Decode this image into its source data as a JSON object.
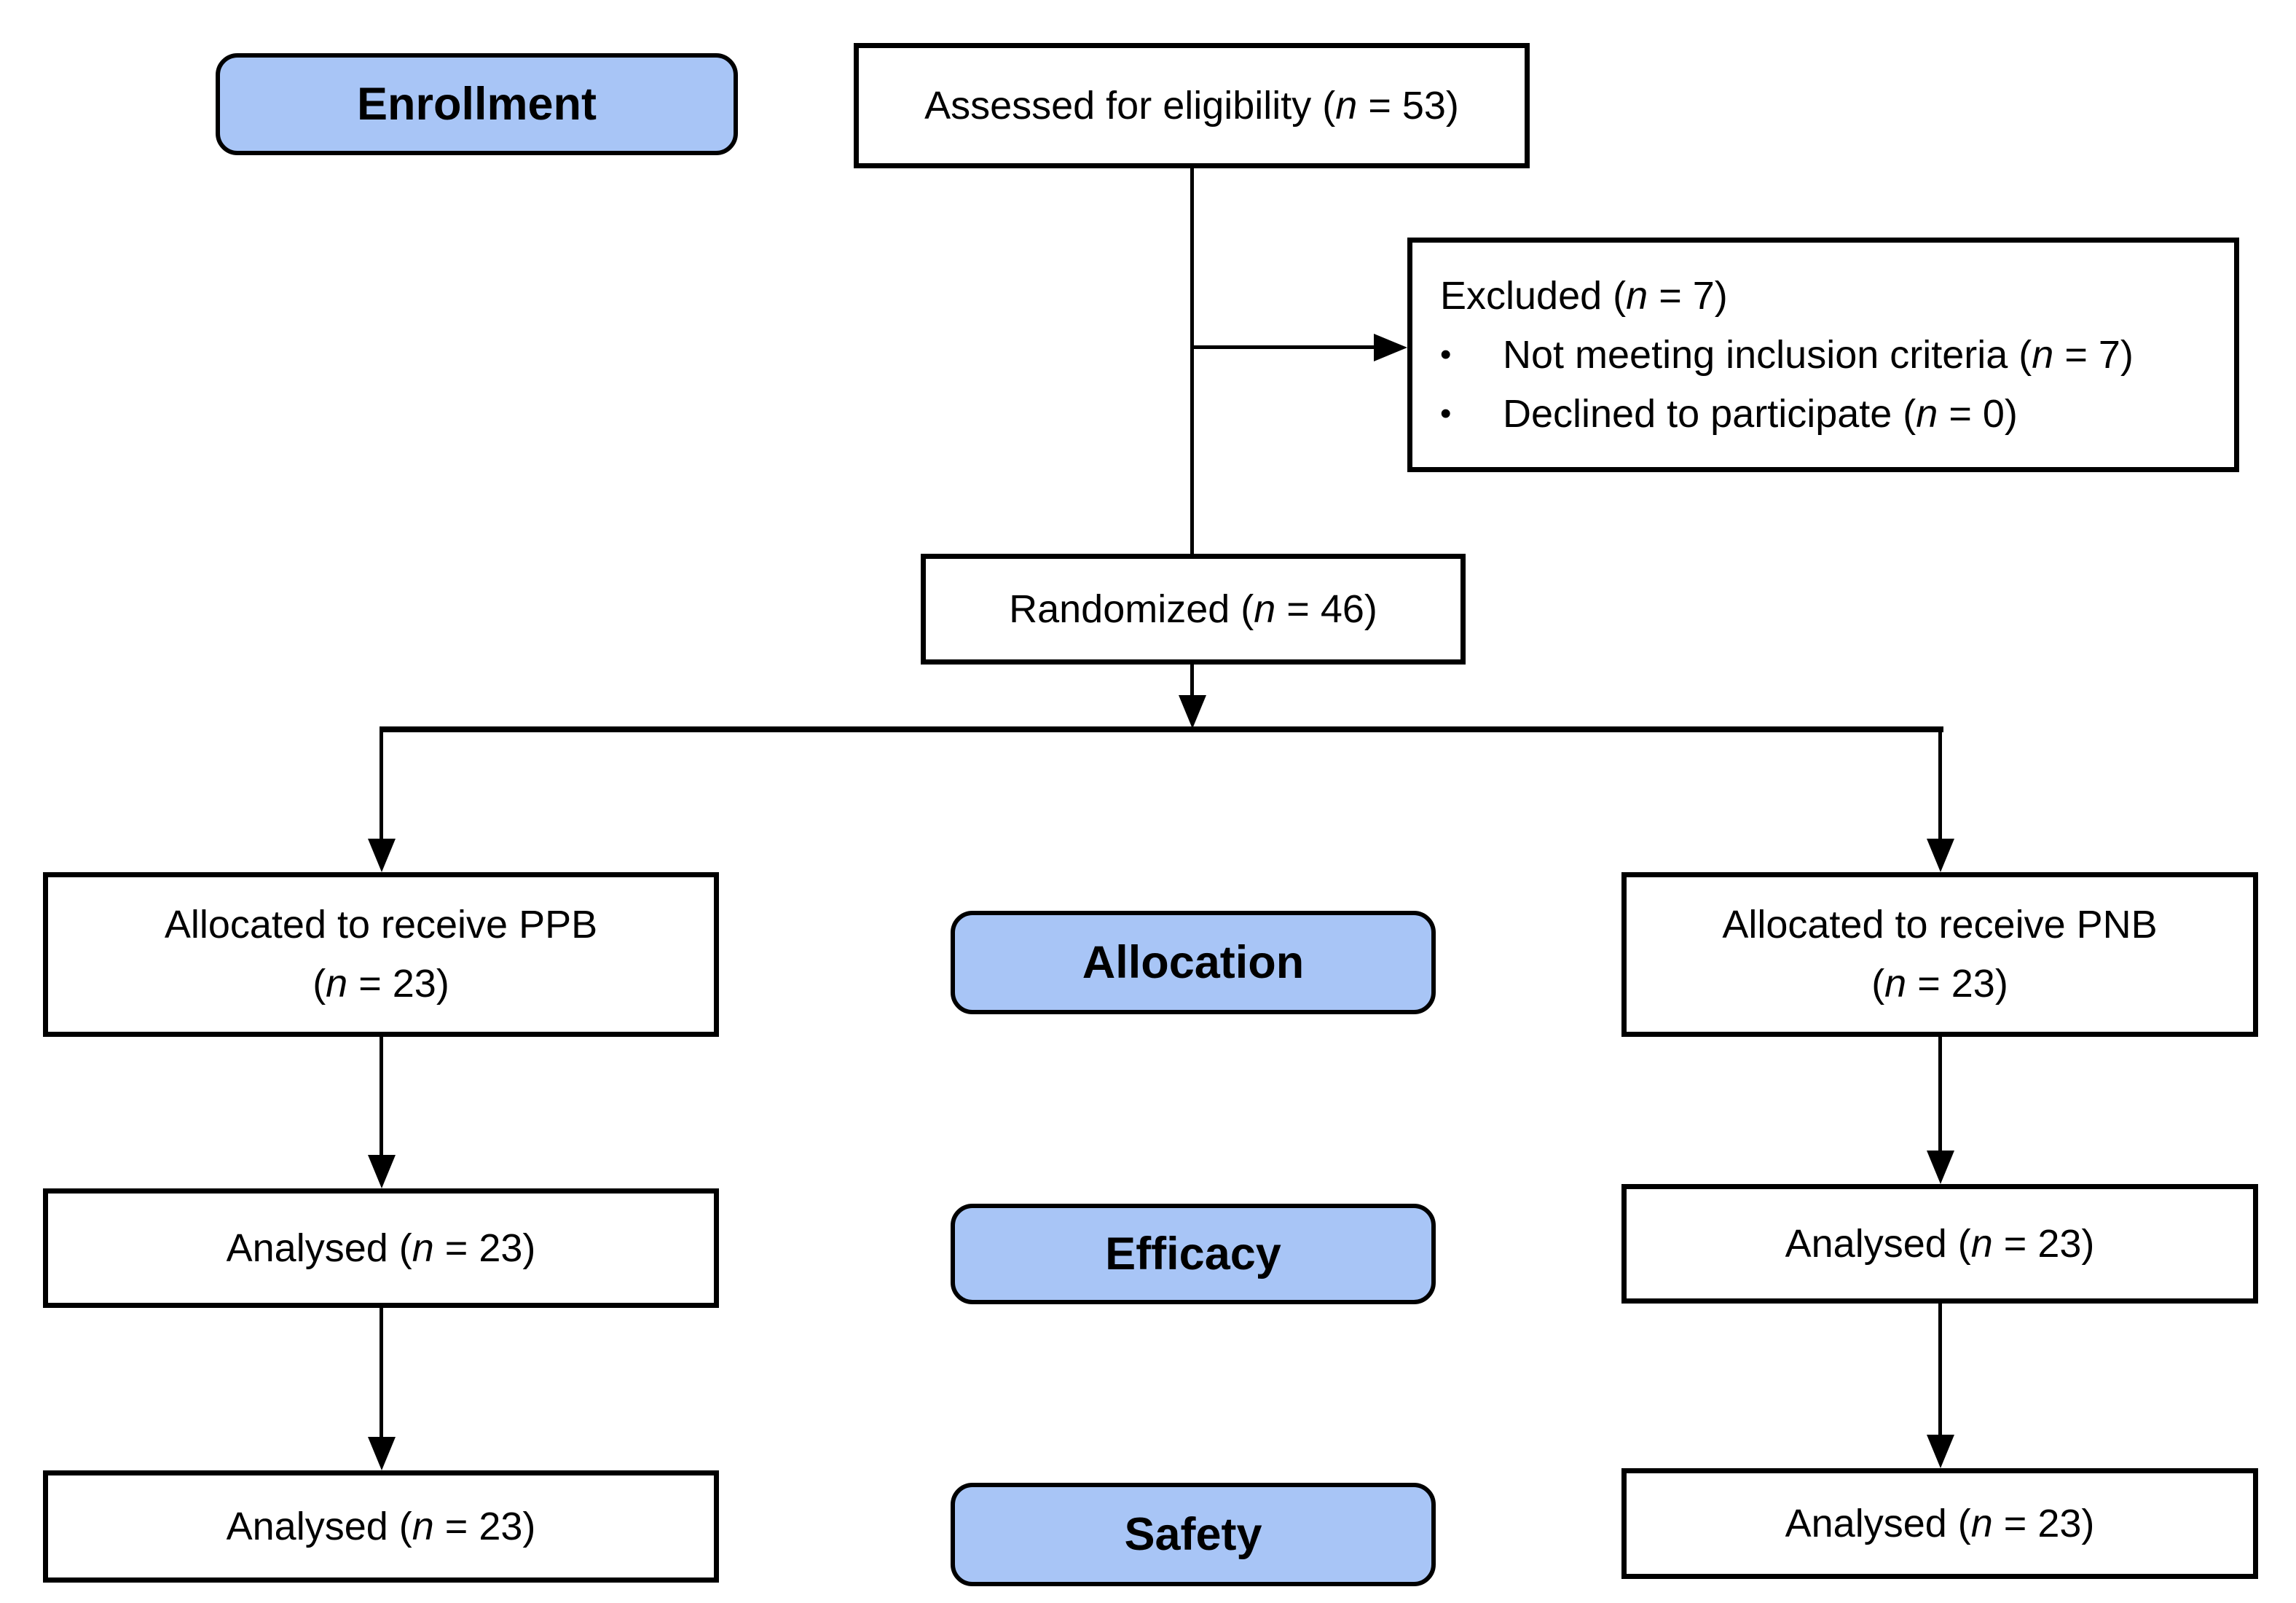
{
  "colors": {
    "stage_fill": "#a8c5f6",
    "node_fill": "#ffffff",
    "border": "#000000",
    "line": "#000000"
  },
  "stage_labels": {
    "enrollment": "Enrollment",
    "allocation": "Allocation",
    "efficacy": "Efficacy",
    "safety": "Safety"
  },
  "nodes": {
    "assessed": {
      "text": "Assessed for eligibility (n = 53)"
    },
    "excluded": {
      "title": "Excluded (n = 7)",
      "bullet_glyph": "•",
      "bullets": [
        "Not meeting inclusion criteria (n = 7)",
        "Declined to participate (n = 0)"
      ]
    },
    "randomized": {
      "text": "Randomized (n = 46)"
    },
    "allocated_ppb": {
      "line1": "Allocated to receive PPB",
      "line2": "(n = 23)"
    },
    "allocated_pnb": {
      "line1": "Allocated to receive PNB",
      "line2": "(n = 23)"
    },
    "analysed_ppb_efficacy": {
      "text": "Analysed (n = 23)"
    },
    "analysed_pnb_efficacy": {
      "text": "Analysed (n = 23)"
    },
    "analysed_ppb_safety": {
      "text": "Analysed (n = 23)"
    },
    "analysed_pnb_safety": {
      "text": "Analysed (n = 23)"
    }
  }
}
